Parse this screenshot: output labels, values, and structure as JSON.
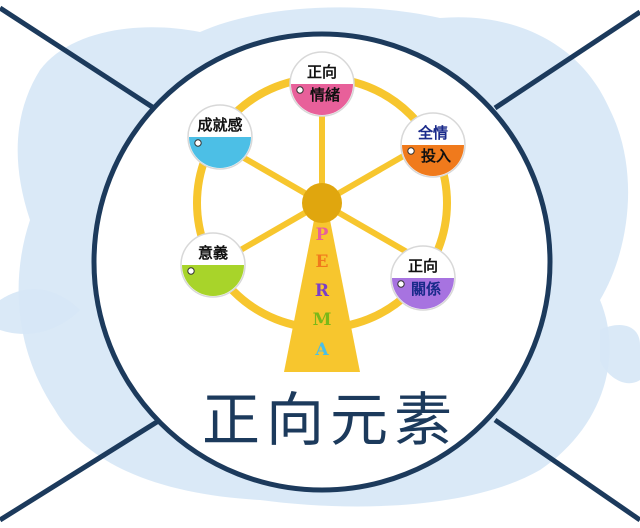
{
  "diagram": {
    "title": "正向元素",
    "tower_letters": [
      "P",
      "E",
      "R",
      "M",
      "A"
    ],
    "cabins": [
      {
        "top_label": "正向",
        "bottom_label": "情緒",
        "color": "#e8609a",
        "top_color": "#111111",
        "bottom_color": "#111111"
      },
      {
        "top_label": "全情",
        "bottom_label": "投入",
        "color": "#f07a1c",
        "top_color": "#1a2a8a",
        "bottom_color": "#111111"
      },
      {
        "top_label": "正向",
        "bottom_label": "關係",
        "color": "#a773e0",
        "top_color": "#111111",
        "bottom_color": "#1a2a8a"
      },
      {
        "top_label": "意義",
        "bottom_label": "",
        "color": "#a8d42a",
        "top_color": "#111111",
        "bottom_color": "#111111"
      },
      {
        "top_label": "成就感",
        "bottom_label": "",
        "color": "#4cbfe6",
        "top_color": "#111111",
        "bottom_color": "#111111"
      }
    ],
    "colors": {
      "frame": "#1c3a5c",
      "wheel": "#f7c62e",
      "hub": "#e0a60e",
      "tower": "#f7c62e",
      "letters": [
        "#e8609a",
        "#f07a1c",
        "#7a3fc8",
        "#7ab818",
        "#4cbfe6"
      ],
      "cloud": "#d6e7f6"
    }
  }
}
